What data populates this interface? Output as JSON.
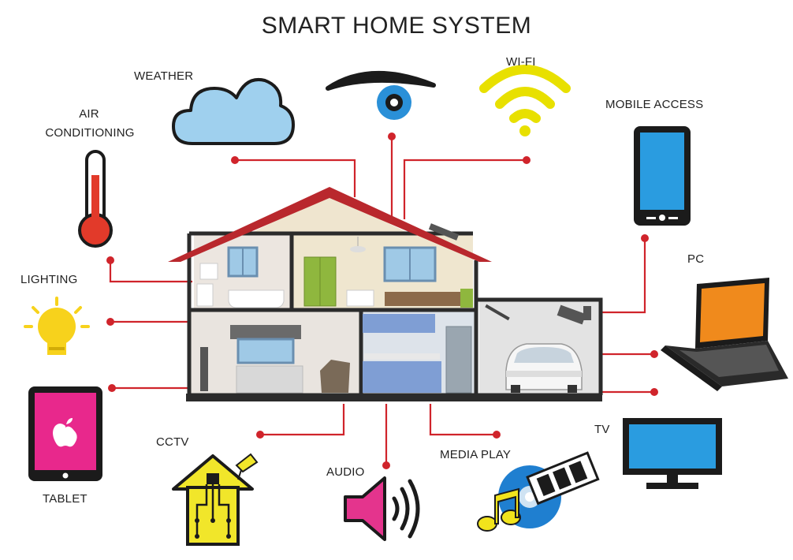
{
  "title": "SMART HOME SYSTEM",
  "labels": {
    "weather": "WEATHER",
    "wifi": "WI-FI",
    "air_conditioning_line1": "AIR",
    "air_conditioning_line2": "CONDITIONING",
    "mobile_access": "MOBILE ACCESS",
    "pc": "PC",
    "lighting": "LIGHTING",
    "tablet": "TABLET",
    "cctv": "CCTV",
    "audio": "AUDIO",
    "media_play": "MEDIA PLAY",
    "tv": "TV"
  },
  "colors": {
    "connector": "#d0242b",
    "roof": "#b9282d",
    "cloud": "#9fd0ee",
    "eye": "#2a90d8",
    "wifi": "#e8e000",
    "phone_screen": "#2a9ce0",
    "laptop_screen": "#f08a1c",
    "bulb": "#f7d21c",
    "tablet_screen": "#e8288c",
    "cctv_house": "#f1e62a",
    "speaker": "#e4348d",
    "tv_screen": "#2a9ce0",
    "disc": "#1f7fd0",
    "note": "#f2e41c"
  }
}
